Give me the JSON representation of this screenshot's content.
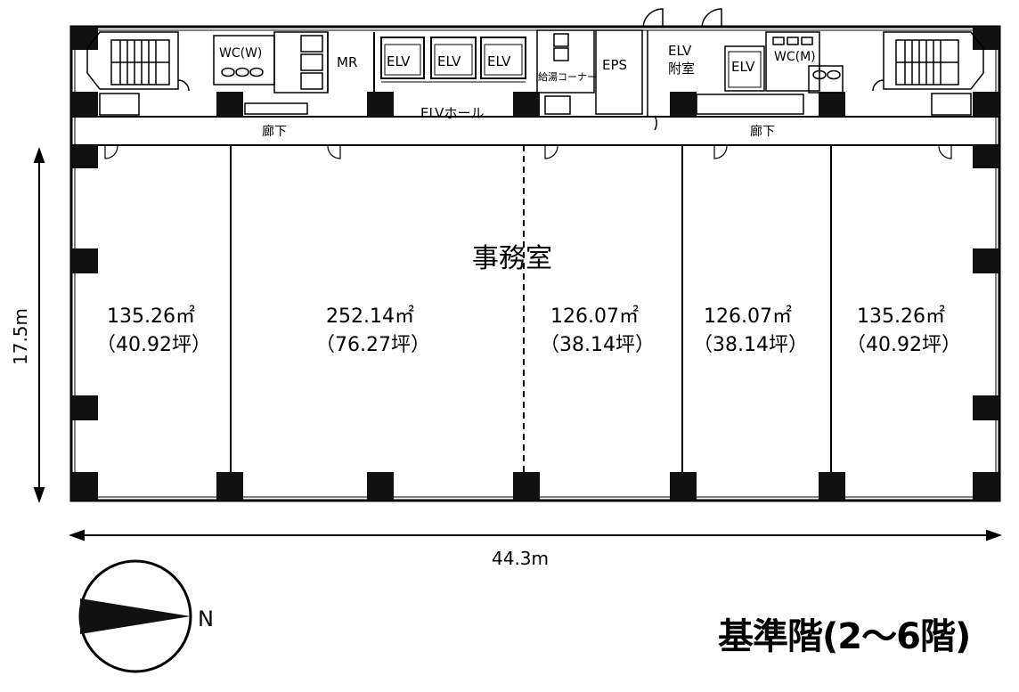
{
  "plan": {
    "title": "基準階(2〜6階)",
    "dim_width": "44.3m",
    "dim_depth": "17.5m",
    "north": "N",
    "office_label": "事務室",
    "corridor_label": "廊下",
    "elv_hall_label": "ELVホール",
    "elv_label": "ELV",
    "wc_w_label": "WC(W)",
    "wc_m_label": "WC(M)",
    "mr_label": "MR",
    "eps_label": "EPS",
    "kitchen_label": "給湯コーナー",
    "elv_lobby_label_1": "ELV",
    "elv_lobby_label_2": "附室",
    "rooms": [
      {
        "area": "135.26㎡",
        "tsubo": "（40.92坪）"
      },
      {
        "area": "252.14㎡",
        "tsubo": "（76.27坪）"
      },
      {
        "area": "126.07㎡",
        "tsubo": "（38.14坪）"
      },
      {
        "area": "126.07㎡",
        "tsubo": "（38.14坪）"
      },
      {
        "area": "135.26㎡",
        "tsubo": "（40.92坪）"
      }
    ]
  }
}
